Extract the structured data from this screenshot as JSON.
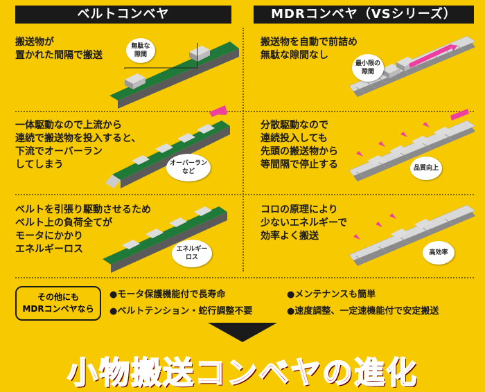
{
  "headers": {
    "left": "ベルトコンベヤ",
    "right": "MDRコンベヤ（VSシリーズ）"
  },
  "rows": [
    {
      "left_text": "搬送物が\n置かれた間隔で搬送",
      "left_bubble": "無駄な\n隙間",
      "right_text": "搬送物を自動で前詰め\n無駄な隙間なし",
      "right_bubble": "最小限の\n隙間"
    },
    {
      "left_text": "一体駆動なので上流から\n連続で搬送物を投入すると、\n下流でオーバーラン\nしてしまう",
      "left_bubble": "オーバーラン\nなど",
      "right_text": "分散駆動なので\n連続投入しても\n先頭の搬送物から\n等間隔で停止する",
      "right_tag": "品質向上"
    },
    {
      "left_text": "ベルトを引張り駆動させるため\nベルト上の負荷全てが\nモータにかかり\nエネルギーロス",
      "left_bubble": "エネルギー\nロス",
      "right_text": "コロの原理により\n少ないエネルギーで\n効率よく搬送",
      "right_tag": "高効率"
    }
  ],
  "bottom": {
    "box_label": "その他にも\nMDRコンベヤなら",
    "features": [
      "●モータ保護機能付で長寿命",
      "●メンテナンスも簡単",
      "●ベルトテンション・蛇行調整不要",
      "●速度調整、一定速機能付で安定搬送"
    ],
    "banner": "小物搬送コンベヤの進化"
  },
  "colors": {
    "background": "#f7c900",
    "belt": "#1f7a3a",
    "roller": "#cfcfcf",
    "accent_pink": "#ee3fa0",
    "banner_red": "#e8161e"
  }
}
